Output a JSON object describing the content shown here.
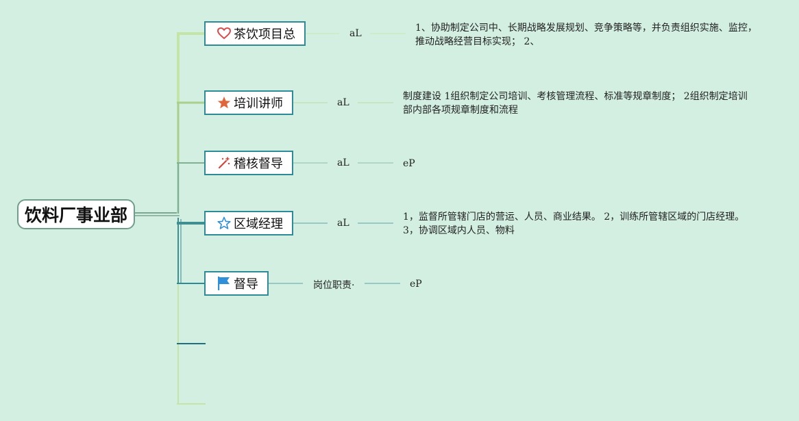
{
  "root": {
    "label": "饮料厂事业部"
  },
  "branches": [
    {
      "label": "茶饮项目总",
      "icon": "heart-icon",
      "mid": "aL",
      "desc_lines": [
        "1、协助制定公司中、长期战略发展规划、竞争策略等，并负责组织实施、监控，",
        "推动战略经营目标实现； 2、"
      ]
    },
    {
      "label": "培训讲师",
      "icon": "star-filled-icon",
      "mid": "aL",
      "desc_lines": [
        "制度建设 1组织制定公司培训、考核管理流程、标准等规章制度； 2组织制定培训",
        "部内部各项规章制度和流程"
      ]
    },
    {
      "label": "稽核督导",
      "icon": "magic-wand-icon",
      "mid": "aL",
      "desc_lines": [
        "eP"
      ]
    },
    {
      "label": "区域经理",
      "icon": "star-outline-icon",
      "mid": "aL",
      "desc_lines": [
        "1，监督所管辖门店的营运、人员、商业结果。 2，训练所管辖区域的门店经理。",
        "3，协调区域内人员、物料"
      ]
    },
    {
      "label": "督导",
      "icon": "flag-icon",
      "mid": "岗位职责·",
      "desc_lines": [
        "eP"
      ]
    }
  ],
  "colors": {
    "background": "#d3efe1",
    "node_border": "#2e8a96",
    "root_border": "#6f9e8a",
    "heart": "#d94b4b",
    "star": "#e0653a",
    "wand": "#d9443a",
    "star_outline": "#2f8fd8",
    "flag": "#2f8fd8"
  }
}
